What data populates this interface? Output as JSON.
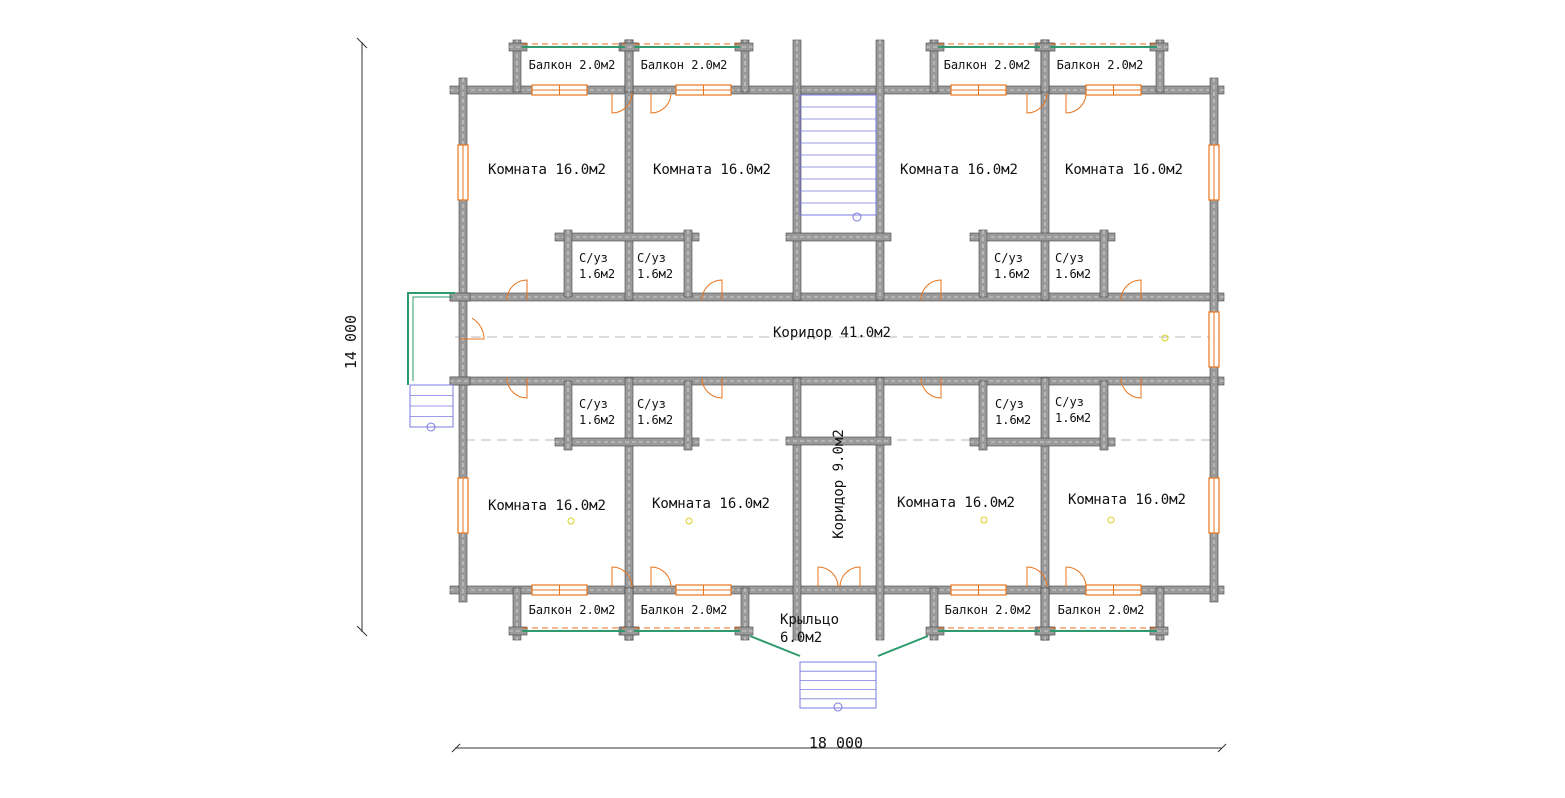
{
  "dimensions": {
    "width": "18 000",
    "height": "14 000"
  },
  "rooms": {
    "room_top_1": "Комната 16.0м2",
    "room_top_2": "Комната 16.0м2",
    "room_top_3": "Комната 16.0м2",
    "room_top_4": "Комната 16.0м2",
    "room_bottom_1": "Комната 16.0м2",
    "room_bottom_2": "Комната 16.0м2",
    "room_bottom_3": "Комната 16.0м2",
    "room_bottom_4": "Комната 16.0м2"
  },
  "bathrooms": {
    "name": "С/уз",
    "area": "1.6м2"
  },
  "balconies": {
    "label": "Балкон 2.0м2"
  },
  "corridor_main": "Коридор 41.0м2",
  "corridor_small": "Коридор 9.0м2",
  "porch": {
    "name": "Крыльцо",
    "area": "6.0м2"
  },
  "colors": {
    "wall": "#9a9a9a",
    "wall_outline": "#444444",
    "window": "#e8741c",
    "railing": "#2e9a6e",
    "stair": "#7b7be0",
    "grid": "#b8b8b8",
    "marker": "#d9d020"
  }
}
